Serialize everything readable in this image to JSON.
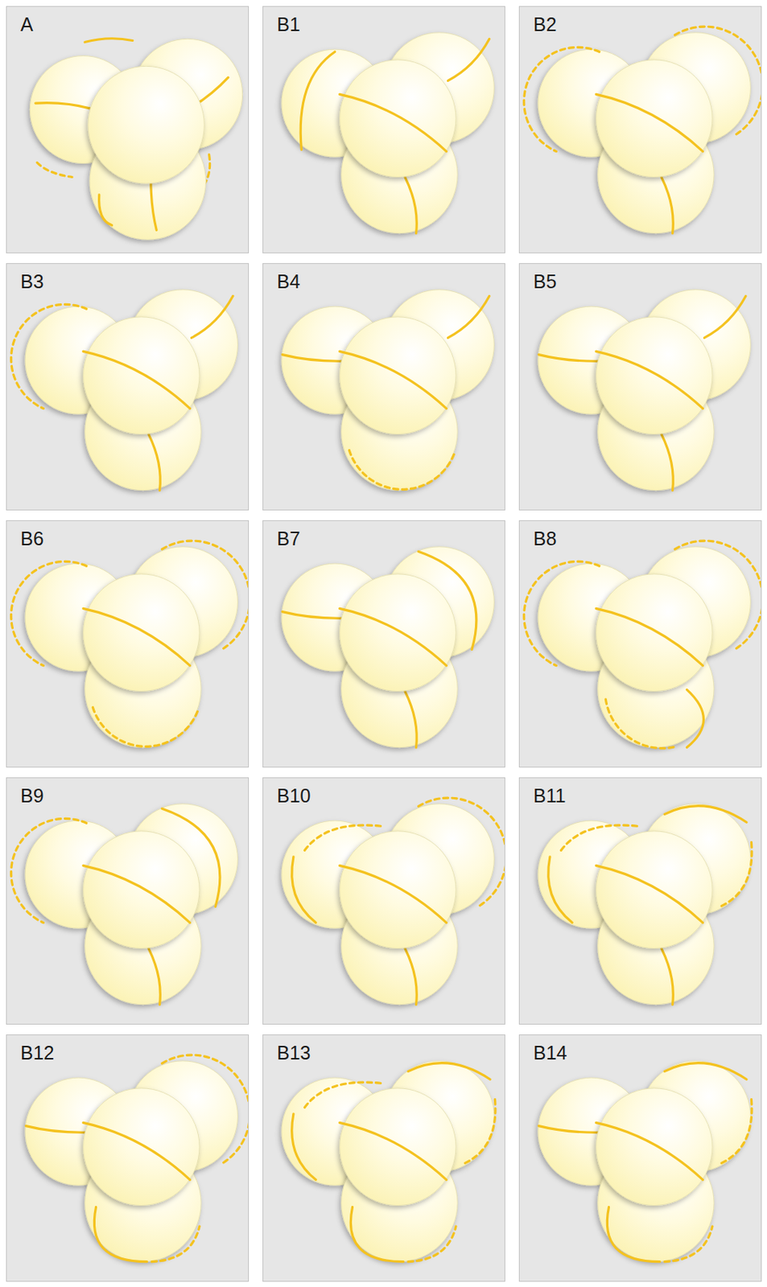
{
  "diagram": {
    "nodes": [
      {
        "text": [
          "A"
        ]
      },
      {
        "text": [
          "B1"
        ]
      },
      {
        "text": [
          "B2"
        ]
      },
      {
        "text": [
          "B3"
        ]
      },
      {
        "text": [
          "B4"
        ]
      },
      {
        "text": [
          "B5"
        ]
      },
      {
        "text": [
          "B6"
        ]
      },
      {
        "text": [
          "B7"
        ]
      },
      {
        "text": [
          "B8"
        ]
      },
      {
        "text": [
          "B9"
        ]
      },
      {
        "text": [
          "B10"
        ]
      },
      {
        "text": [
          "B11"
        ]
      },
      {
        "text": [
          "B12"
        ]
      },
      {
        "text": [
          "B13"
        ]
      },
      {
        "text": [
          "B14"
        ]
      }
    ]
  }
}
